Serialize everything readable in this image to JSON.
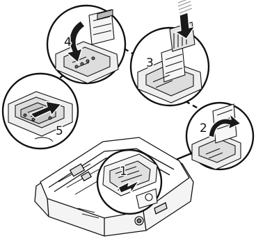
{
  "steps": [
    {
      "number": "1"
    },
    {
      "number": "2"
    },
    {
      "number": "3"
    },
    {
      "number": "4"
    },
    {
      "number": "5"
    }
  ],
  "colors": {
    "line": "#111111",
    "fill_light": "#f2f2f2",
    "fill_mid": "#d9d9d9",
    "fill_dark": "#8a8a8a",
    "arrow": "#1a1a1a",
    "background": "#ffffff"
  }
}
